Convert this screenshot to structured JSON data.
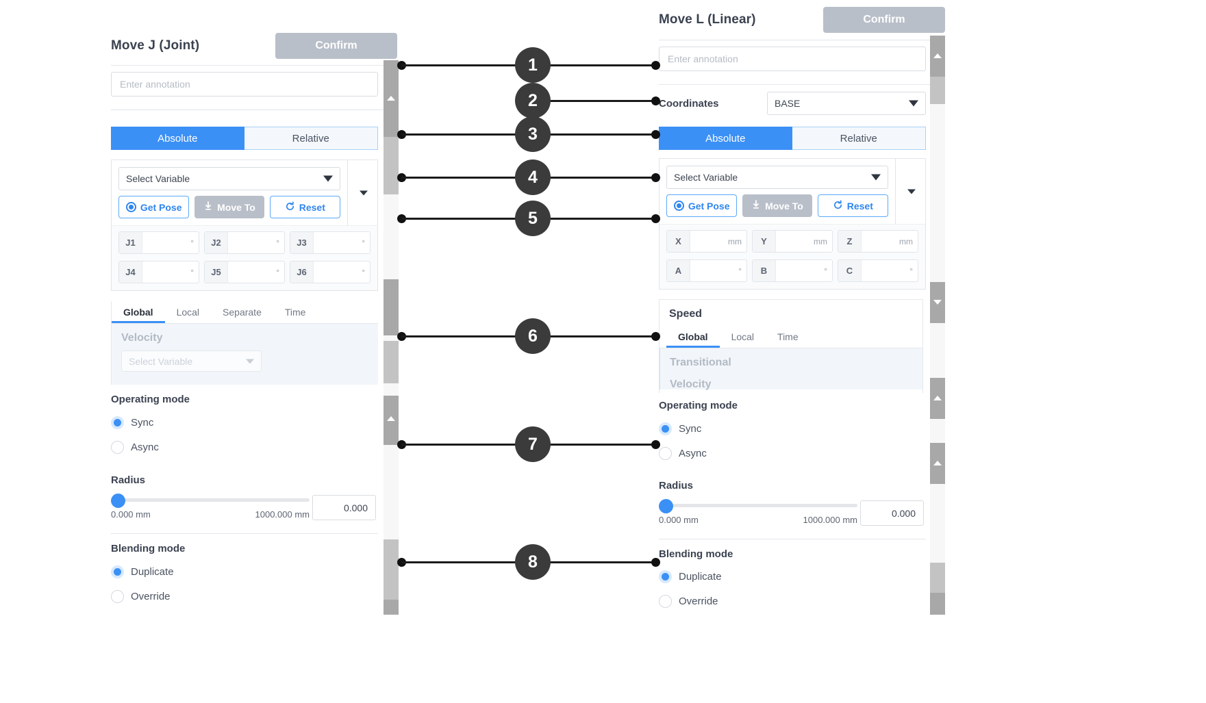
{
  "left_panel": {
    "title": "Move J (Joint)",
    "confirm_label": "Confirm",
    "annotation_placeholder": "Enter annotation",
    "mode_toggle": {
      "absolute": "Absolute",
      "relative": "Relative"
    },
    "variable_select": "Select Variable",
    "buttons": {
      "get_pose": "Get Pose",
      "move_to": "Move To",
      "reset": "Reset"
    },
    "joint_fields": [
      {
        "key": "J1",
        "value": "",
        "unit": "°"
      },
      {
        "key": "J2",
        "value": "",
        "unit": "°"
      },
      {
        "key": "J3",
        "value": "",
        "unit": "°"
      },
      {
        "key": "J4",
        "value": "",
        "unit": "°"
      },
      {
        "key": "J5",
        "value": "",
        "unit": "°"
      },
      {
        "key": "J6",
        "value": "",
        "unit": "°"
      }
    ],
    "speed_tabs": [
      "Global",
      "Local",
      "Separate",
      "Time"
    ],
    "speed_active_tab": "Global",
    "velocity_label": "Velocity",
    "velocity_select": "Select Variable",
    "operating_mode": {
      "title": "Operating mode",
      "sync": "Sync",
      "async": "Async",
      "selected": "Sync"
    },
    "radius": {
      "title": "Radius",
      "min_label": "0.000 mm",
      "max_label": "1000.000 mm",
      "value": "0.000"
    },
    "blending_mode": {
      "title": "Blending mode",
      "duplicate": "Duplicate",
      "override": "Override",
      "selected": "Duplicate"
    }
  },
  "right_panel": {
    "title": "Move L (Linear)",
    "confirm_label": "Confirm",
    "annotation_placeholder": "Enter annotation",
    "coordinates_label": "Coordinates",
    "coordinates_value": "BASE",
    "mode_toggle": {
      "absolute": "Absolute",
      "relative": "Relative"
    },
    "variable_select": "Select Variable",
    "buttons": {
      "get_pose": "Get Pose",
      "move_to": "Move To",
      "reset": "Reset"
    },
    "pose_fields": [
      {
        "key": "X",
        "value": "",
        "unit": "mm"
      },
      {
        "key": "Y",
        "value": "",
        "unit": "mm"
      },
      {
        "key": "Z",
        "value": "",
        "unit": "mm"
      },
      {
        "key": "A",
        "value": "",
        "unit": "°"
      },
      {
        "key": "B",
        "value": "",
        "unit": "°"
      },
      {
        "key": "C",
        "value": "",
        "unit": "°"
      }
    ],
    "speed_title": "Speed",
    "speed_tabs": [
      "Global",
      "Local",
      "Time"
    ],
    "speed_active_tab": "Global",
    "transitional_label": "Transitional",
    "velocity_label": "Velocity",
    "operating_mode": {
      "title": "Operating mode",
      "sync": "Sync",
      "async": "Async",
      "selected": "Sync"
    },
    "radius": {
      "title": "Radius",
      "min_label": "0.000 mm",
      "max_label": "1000.000 mm",
      "value": "0.000"
    },
    "blending_mode": {
      "title": "Blending mode",
      "duplicate": "Duplicate",
      "override": "Override",
      "selected": "Duplicate"
    }
  },
  "callouts": [
    {
      "number": "1"
    },
    {
      "number": "2"
    },
    {
      "number": "3"
    },
    {
      "number": "4"
    },
    {
      "number": "5"
    },
    {
      "number": "6"
    },
    {
      "number": "7"
    },
    {
      "number": "8"
    }
  ],
  "colors": {
    "accent": "#3b90f5",
    "confirm_grey": "#b9bfc9",
    "callout_dark": "#3b3b3b"
  }
}
